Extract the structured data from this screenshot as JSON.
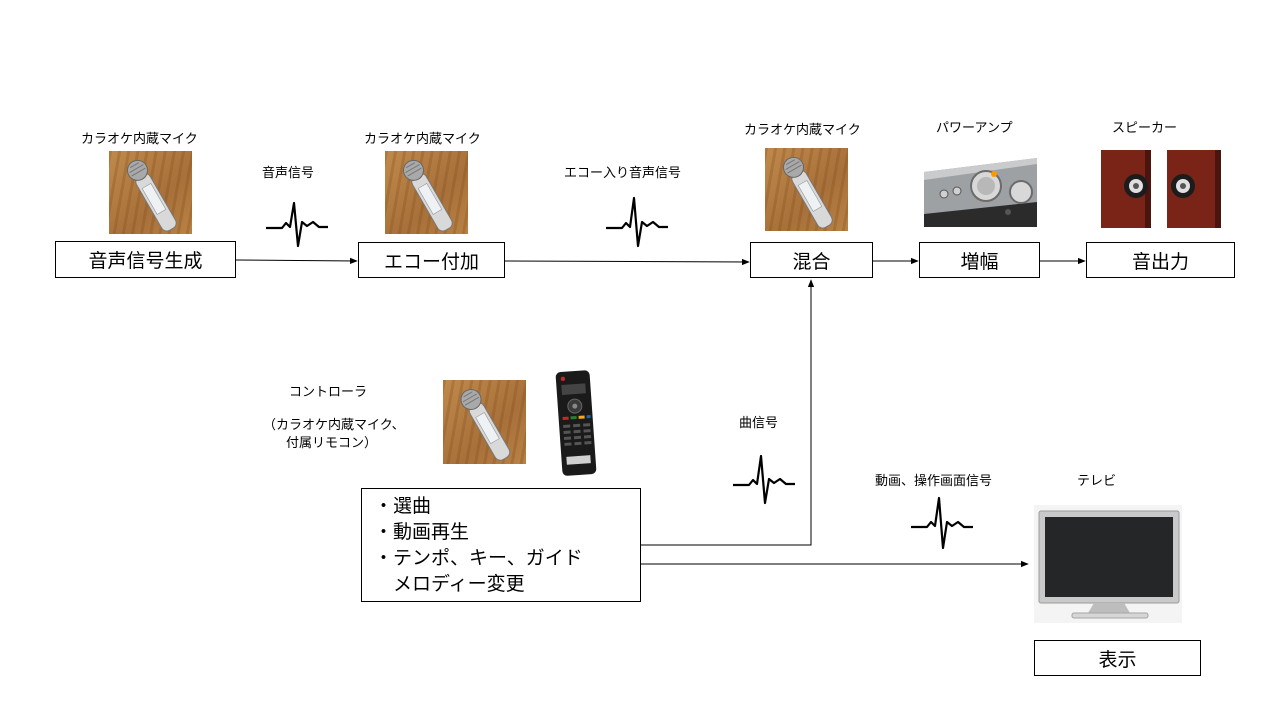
{
  "labels": {
    "mic1": "カラオケ内蔵マイク",
    "mic2": "カラオケ内蔵マイク",
    "mic3": "カラオケ内蔵マイク",
    "amp": "パワーアンプ",
    "speaker": "スピーカー",
    "controller": "コントローラ",
    "controller_sub1": "（カラオケ内蔵マイク、",
    "controller_sub2": "付属リモコン）",
    "tv": "テレビ"
  },
  "signals": {
    "voice": "音声信号",
    "echo_voice": "エコー入り音声信号",
    "song": "曲信号",
    "video": "動画、操作画面信号"
  },
  "boxes": {
    "generate": "音声信号生成",
    "echo": "エコー付加",
    "mix": "混合",
    "amplify": "増幅",
    "output": "音出力",
    "display": "表示"
  },
  "controller_items": [
    "・選曲",
    "・動画再生",
    "・テンポ、キー、ガイド",
    "　メロディー変更"
  ]
}
